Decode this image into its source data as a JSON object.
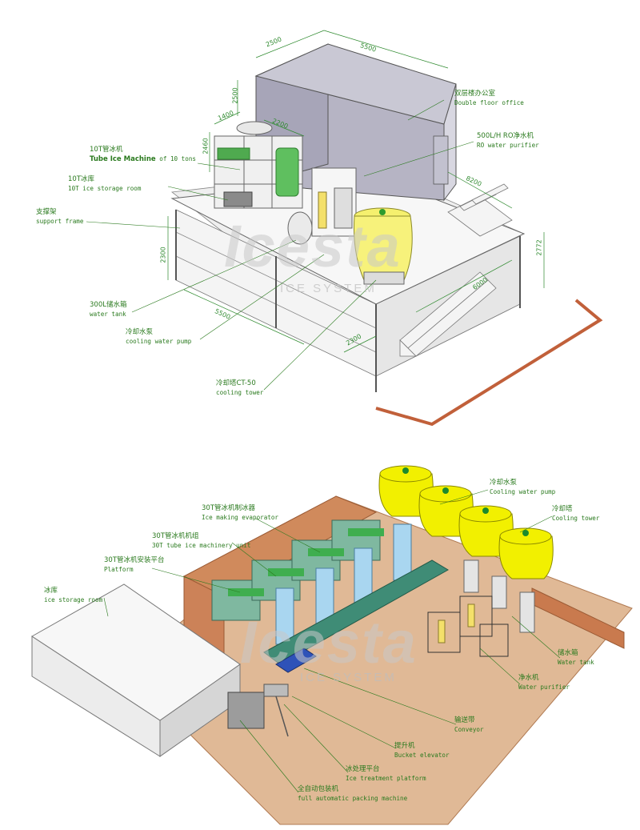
{
  "top_diagram": {
    "dimensions": [
      "2500",
      "5500",
      "2500",
      "1400",
      "2460",
      "2200",
      "8200",
      "2300",
      "5500",
      "2300",
      "6000",
      "2772"
    ],
    "labels": {
      "double_floor_office": {
        "zh": "双层楼办公室",
        "en": "Double floor office"
      },
      "ro_water_purifier": {
        "zh": "500L/H RO净水机",
        "en": "RO water purifier"
      },
      "tube_ice_machine": {
        "zh": "10T管冰机",
        "en_bold": "Tube Ice Machine",
        "en_rest": " of 10 tons"
      },
      "ice_storage_room": {
        "zh": "10T冰库",
        "en": "10T ice storage room"
      },
      "support_frame": {
        "zh": "支撑架",
        "en": "support frame"
      },
      "water_tank": {
        "zh": "300L储水箱",
        "en": "water tank"
      },
      "cooling_water_pump": {
        "zh": "冷却水泵",
        "en": "cooling water pump"
      },
      "cooling_tower": {
        "zh": "冷却塔CT-50",
        "en": "cooling tower"
      }
    }
  },
  "bottom_diagram": {
    "labels": {
      "ice_making_evaporator": {
        "zh": "30T管冰机制冰器",
        "en": "Ice making evaporator"
      },
      "machinery_unit": {
        "zh": "30T管冰机机组",
        "en": "30T tube ice machinery unit"
      },
      "platform": {
        "zh": "30T管冰机安装平台",
        "en": "Platform"
      },
      "ice_storage_room": {
        "zh": "冰库",
        "en": "ice storage room"
      },
      "cooling_water_pump": {
        "zh": "冷却水泵",
        "en": "Cooling water pump"
      },
      "cooling_tower": {
        "zh": "冷却塔",
        "en": "Cooling tower"
      },
      "water_tank": {
        "zh": "储水箱",
        "en": "Water tank"
      },
      "water_purifier": {
        "zh": "净水机",
        "en": "Water purifier"
      },
      "conveyor": {
        "zh": "输送带",
        "en": "Conveyor"
      },
      "bucket_elevator": {
        "zh": "提升机",
        "en": "Bucket elevator"
      },
      "ice_treatment_platform": {
        "zh": "冰处理平台",
        "en": "Ice treatment platform"
      },
      "packing_machine": {
        "zh": "全自动包装机",
        "en": "full automatic packing machine"
      }
    }
  },
  "watermark": {
    "brand": "Icesta",
    "sub": "ICE SYSTEM"
  },
  "colors": {
    "label_green": "#2a7a1e",
    "dim_green": "#2f8a2f",
    "office_wall": "#a9a7ba",
    "tower_yellow": "#f4f08a",
    "floor": "#dfb897",
    "brick": "#c97a4e",
    "tank": "#9fd0e8"
  }
}
